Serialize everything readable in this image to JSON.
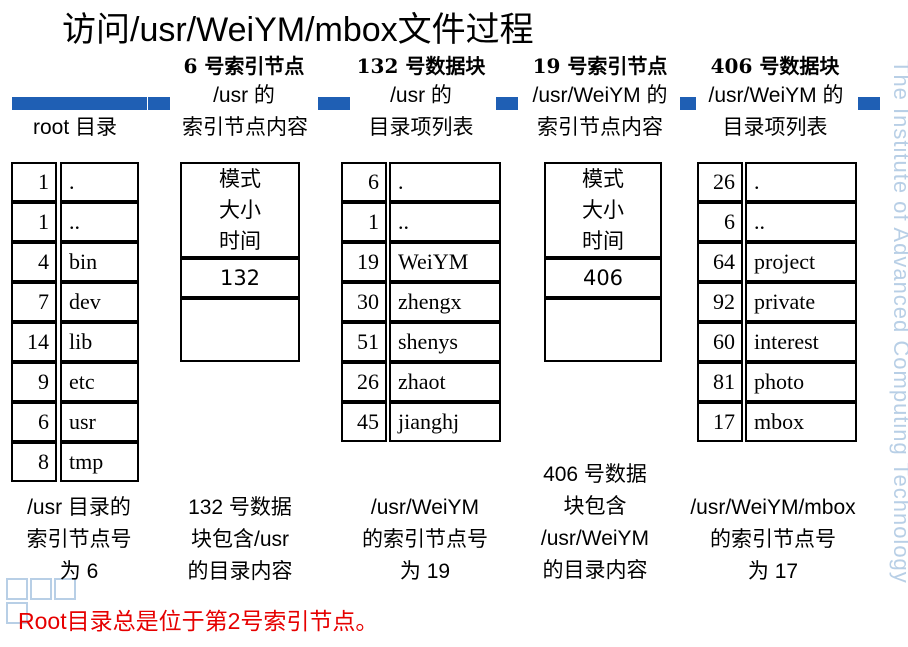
{
  "title": "访问/usr/WeiYM/mbox文件过程",
  "watermark": "The Institute of Advanced Computing Technology",
  "columns": [
    {
      "header": "",
      "sub1": "",
      "sub2": "root 目录"
    },
    {
      "header": "6 号索引节点",
      "sub1": "/usr 的",
      "sub2": "索引节点内容"
    },
    {
      "header": "132 号数据块",
      "sub1": "/usr 的",
      "sub2": "目录项列表"
    },
    {
      "header": "19 号索引节点",
      "sub1": "/usr/WeiYM 的",
      "sub2": "索引节点内容"
    },
    {
      "header": "406 号数据块",
      "sub1": "/usr/WeiYM 的",
      "sub2": "目录项列表"
    }
  ],
  "root_dir": [
    {
      "num": "1",
      "name": "."
    },
    {
      "num": "1",
      "name": ".."
    },
    {
      "num": "4",
      "name": "bin"
    },
    {
      "num": "7",
      "name": "dev"
    },
    {
      "num": "14",
      "name": "lib"
    },
    {
      "num": "9",
      "name": "etc"
    },
    {
      "num": "6",
      "name": "usr"
    },
    {
      "num": "8",
      "name": "tmp"
    }
  ],
  "inode6": {
    "mode": "模式",
    "size": "大小",
    "time": "时间",
    "block": "132"
  },
  "block132": [
    {
      "num": "6",
      "name": "."
    },
    {
      "num": "1",
      "name": ".."
    },
    {
      "num": "19",
      "name": "WeiYM"
    },
    {
      "num": "30",
      "name": "zhengx"
    },
    {
      "num": "51",
      "name": "shenys"
    },
    {
      "num": "26",
      "name": "zhaot"
    },
    {
      "num": "45",
      "name": "jianghj"
    }
  ],
  "inode19": {
    "mode": "模式",
    "size": "大小",
    "time": "时间",
    "block": "406"
  },
  "block406": [
    {
      "num": "26",
      "name": "."
    },
    {
      "num": "6",
      "name": ".."
    },
    {
      "num": "64",
      "name": "project"
    },
    {
      "num": "92",
      "name": "private"
    },
    {
      "num": "60",
      "name": "interest"
    },
    {
      "num": "81",
      "name": "photo"
    },
    {
      "num": "17",
      "name": "mbox"
    }
  ],
  "footers": {
    "c1": [
      "/usr 目录的",
      "索引节点号",
      "为 6"
    ],
    "c2": [
      "132 号数据",
      "块包含/usr",
      "的目录内容"
    ],
    "c3": [
      "/usr/WeiYM",
      "的索引节点号",
      "为 19"
    ],
    "c4": [
      "406 号数据",
      "块包含",
      "/usr/WeiYM",
      "的目录内容"
    ],
    "c5": [
      "/usr/WeiYM/mbox",
      "的索引节点号",
      "为 17"
    ]
  },
  "note": "Root目录总是位于第2号索引节点。",
  "colors": {
    "accent_bar": "#1f5fb4",
    "note": "#e60000"
  }
}
